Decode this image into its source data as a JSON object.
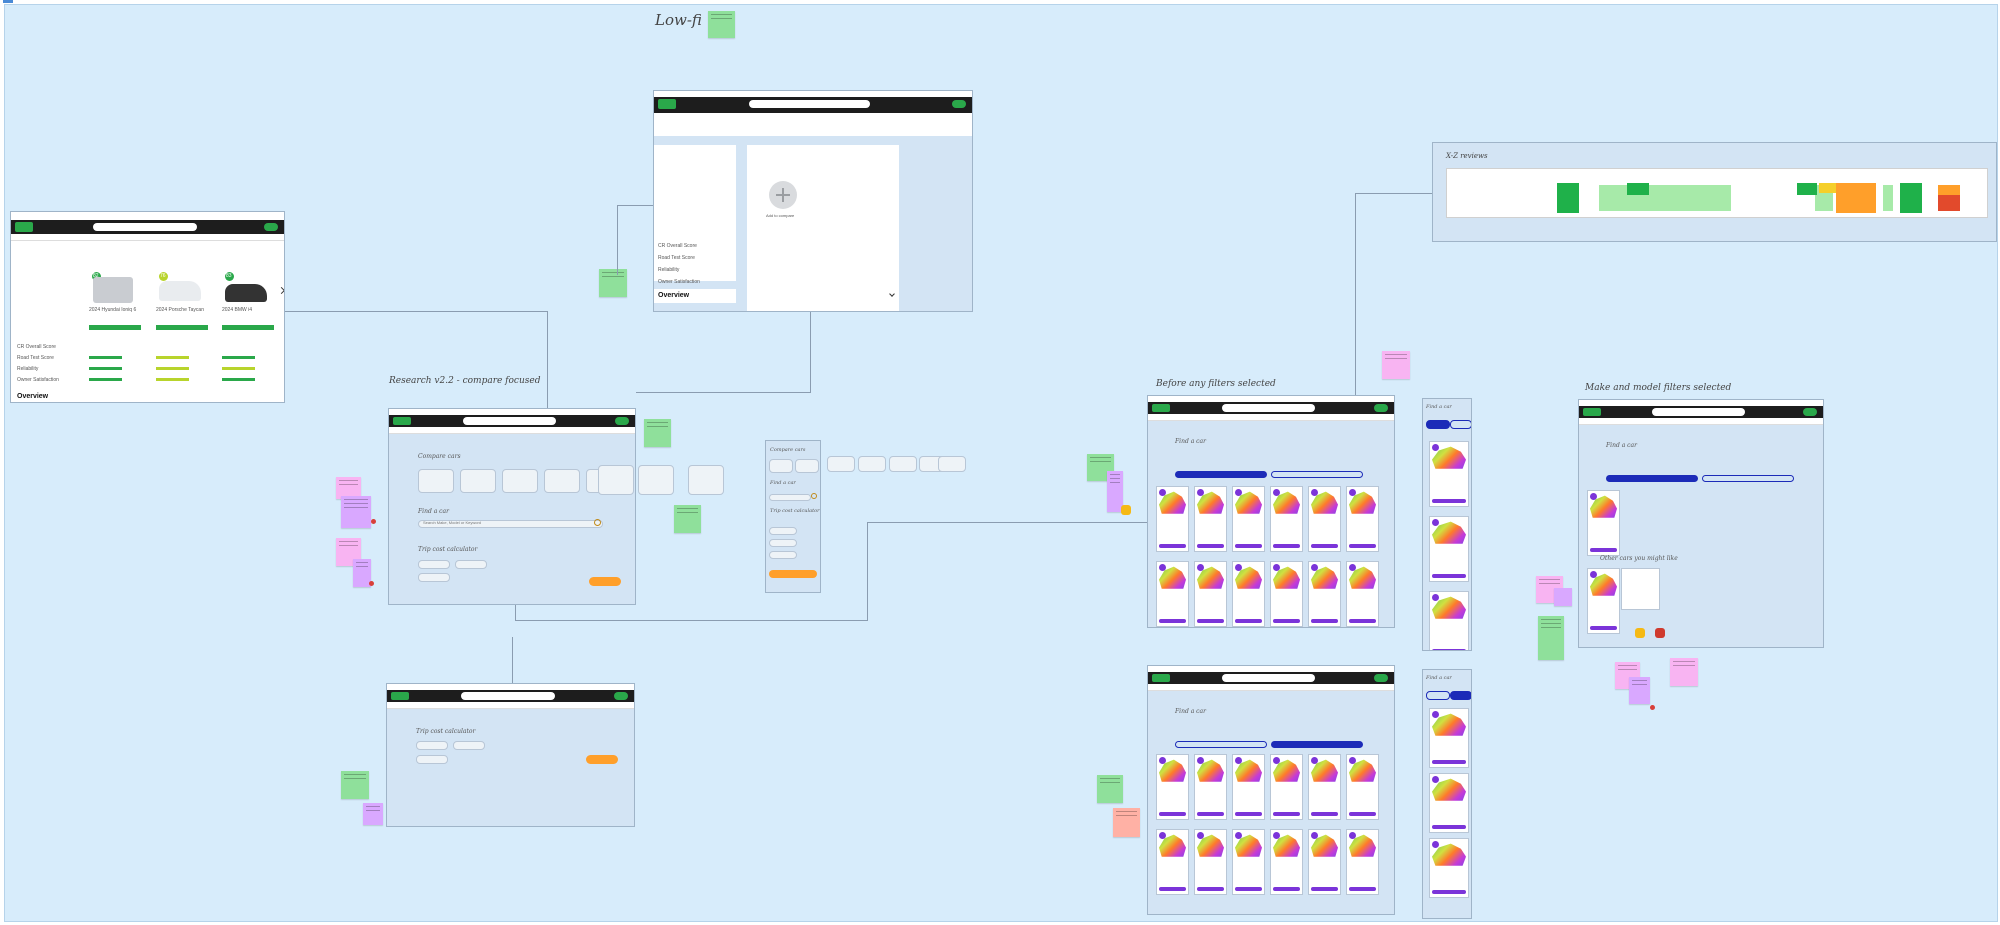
{
  "board": {
    "frame_titles": {
      "lowfi": "Low-fi",
      "research": "Research v2.2 - compare focused",
      "before_filters": "Before any filters selected",
      "make_model": "Make and model filters selected",
      "xz_reviews": "X-Z reviews"
    }
  },
  "compare_page": {
    "left": {
      "overview_label": "Overview",
      "rows": [
        "CR Overall Score",
        "Road Test Score",
        "Reliability",
        "Owner Satisfaction"
      ],
      "cars": [
        {
          "score": "82",
          "name": "2024 Hyundai Ioniq 6"
        },
        {
          "score": "76",
          "name": "2024 Porsche Taycan"
        },
        {
          "score": "83",
          "name": "2024 BMW i4"
        }
      ]
    },
    "center": {
      "overview_label": "Overview",
      "rows": [
        "CR Overall Score",
        "Road Test Score",
        "Reliability",
        "Owner Satisfaction"
      ],
      "add_label": "Add to compare"
    }
  },
  "research_frame": {
    "compare_heading": "Compare cars",
    "find_heading": "Find a car",
    "calc_heading": "Trip cost calculator",
    "search_placeholder": "Search Make, Model or Keyword"
  },
  "mobile_panel": {
    "compare_heading": "Compare cars",
    "find_heading": "Find a car",
    "calc_heading": "Trip cost calculator"
  },
  "calc_frame": {
    "heading": "Trip cost calculator"
  },
  "find_frames": {
    "heading": "Find a car",
    "other_heading": "Other cars you might like"
  },
  "colors": {
    "board": "#d7ecfb",
    "sticky_green": "#8fe09b",
    "sticky_pink": "#f8b4f2",
    "cr_green": "#2aa84a",
    "primary_blue": "#1c2bb8",
    "purple": "#7b34d9",
    "orange": "#ff9f2a"
  }
}
